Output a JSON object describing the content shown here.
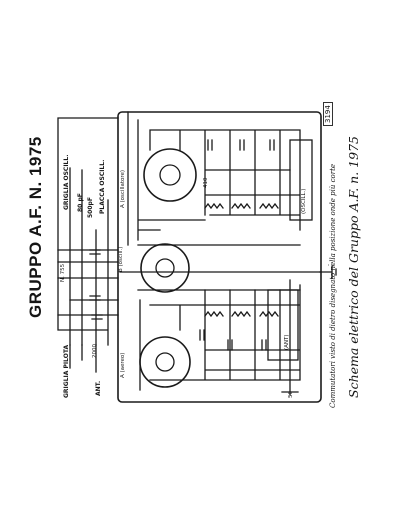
{
  "title": "GRUPPO A.F. N. 1975",
  "caption_main": "Schema elettrico del Gruppo A.F. n. 1975",
  "caption_note": "Commutatori visto di dietro disegnato nella posizione onde più corte",
  "ref_number": "3194",
  "labels": {
    "griglia_oscill": "GRIGLIA OSCILL.",
    "placca_oscill": "PLACCA OSCILL.",
    "cap_80": "80 pF",
    "cap_500": "500pF",
    "n755": "N. 755",
    "griglia_pilota": "GRIGLIA PILOTA",
    "ant": "ANT.",
    "val_2000": "2000",
    "a_oscill": "A (oscillatore)",
    "b_oscill": "B (oscill.)",
    "a_aereo": "A (aereo)",
    "oscill_box": "(OSCILL.)",
    "ant_box": "(ANT)",
    "val_50": "50",
    "val_410": "410",
    "minus": "-"
  },
  "colors": {
    "ink": "#1a1a1a",
    "paper": "#ffffff"
  }
}
